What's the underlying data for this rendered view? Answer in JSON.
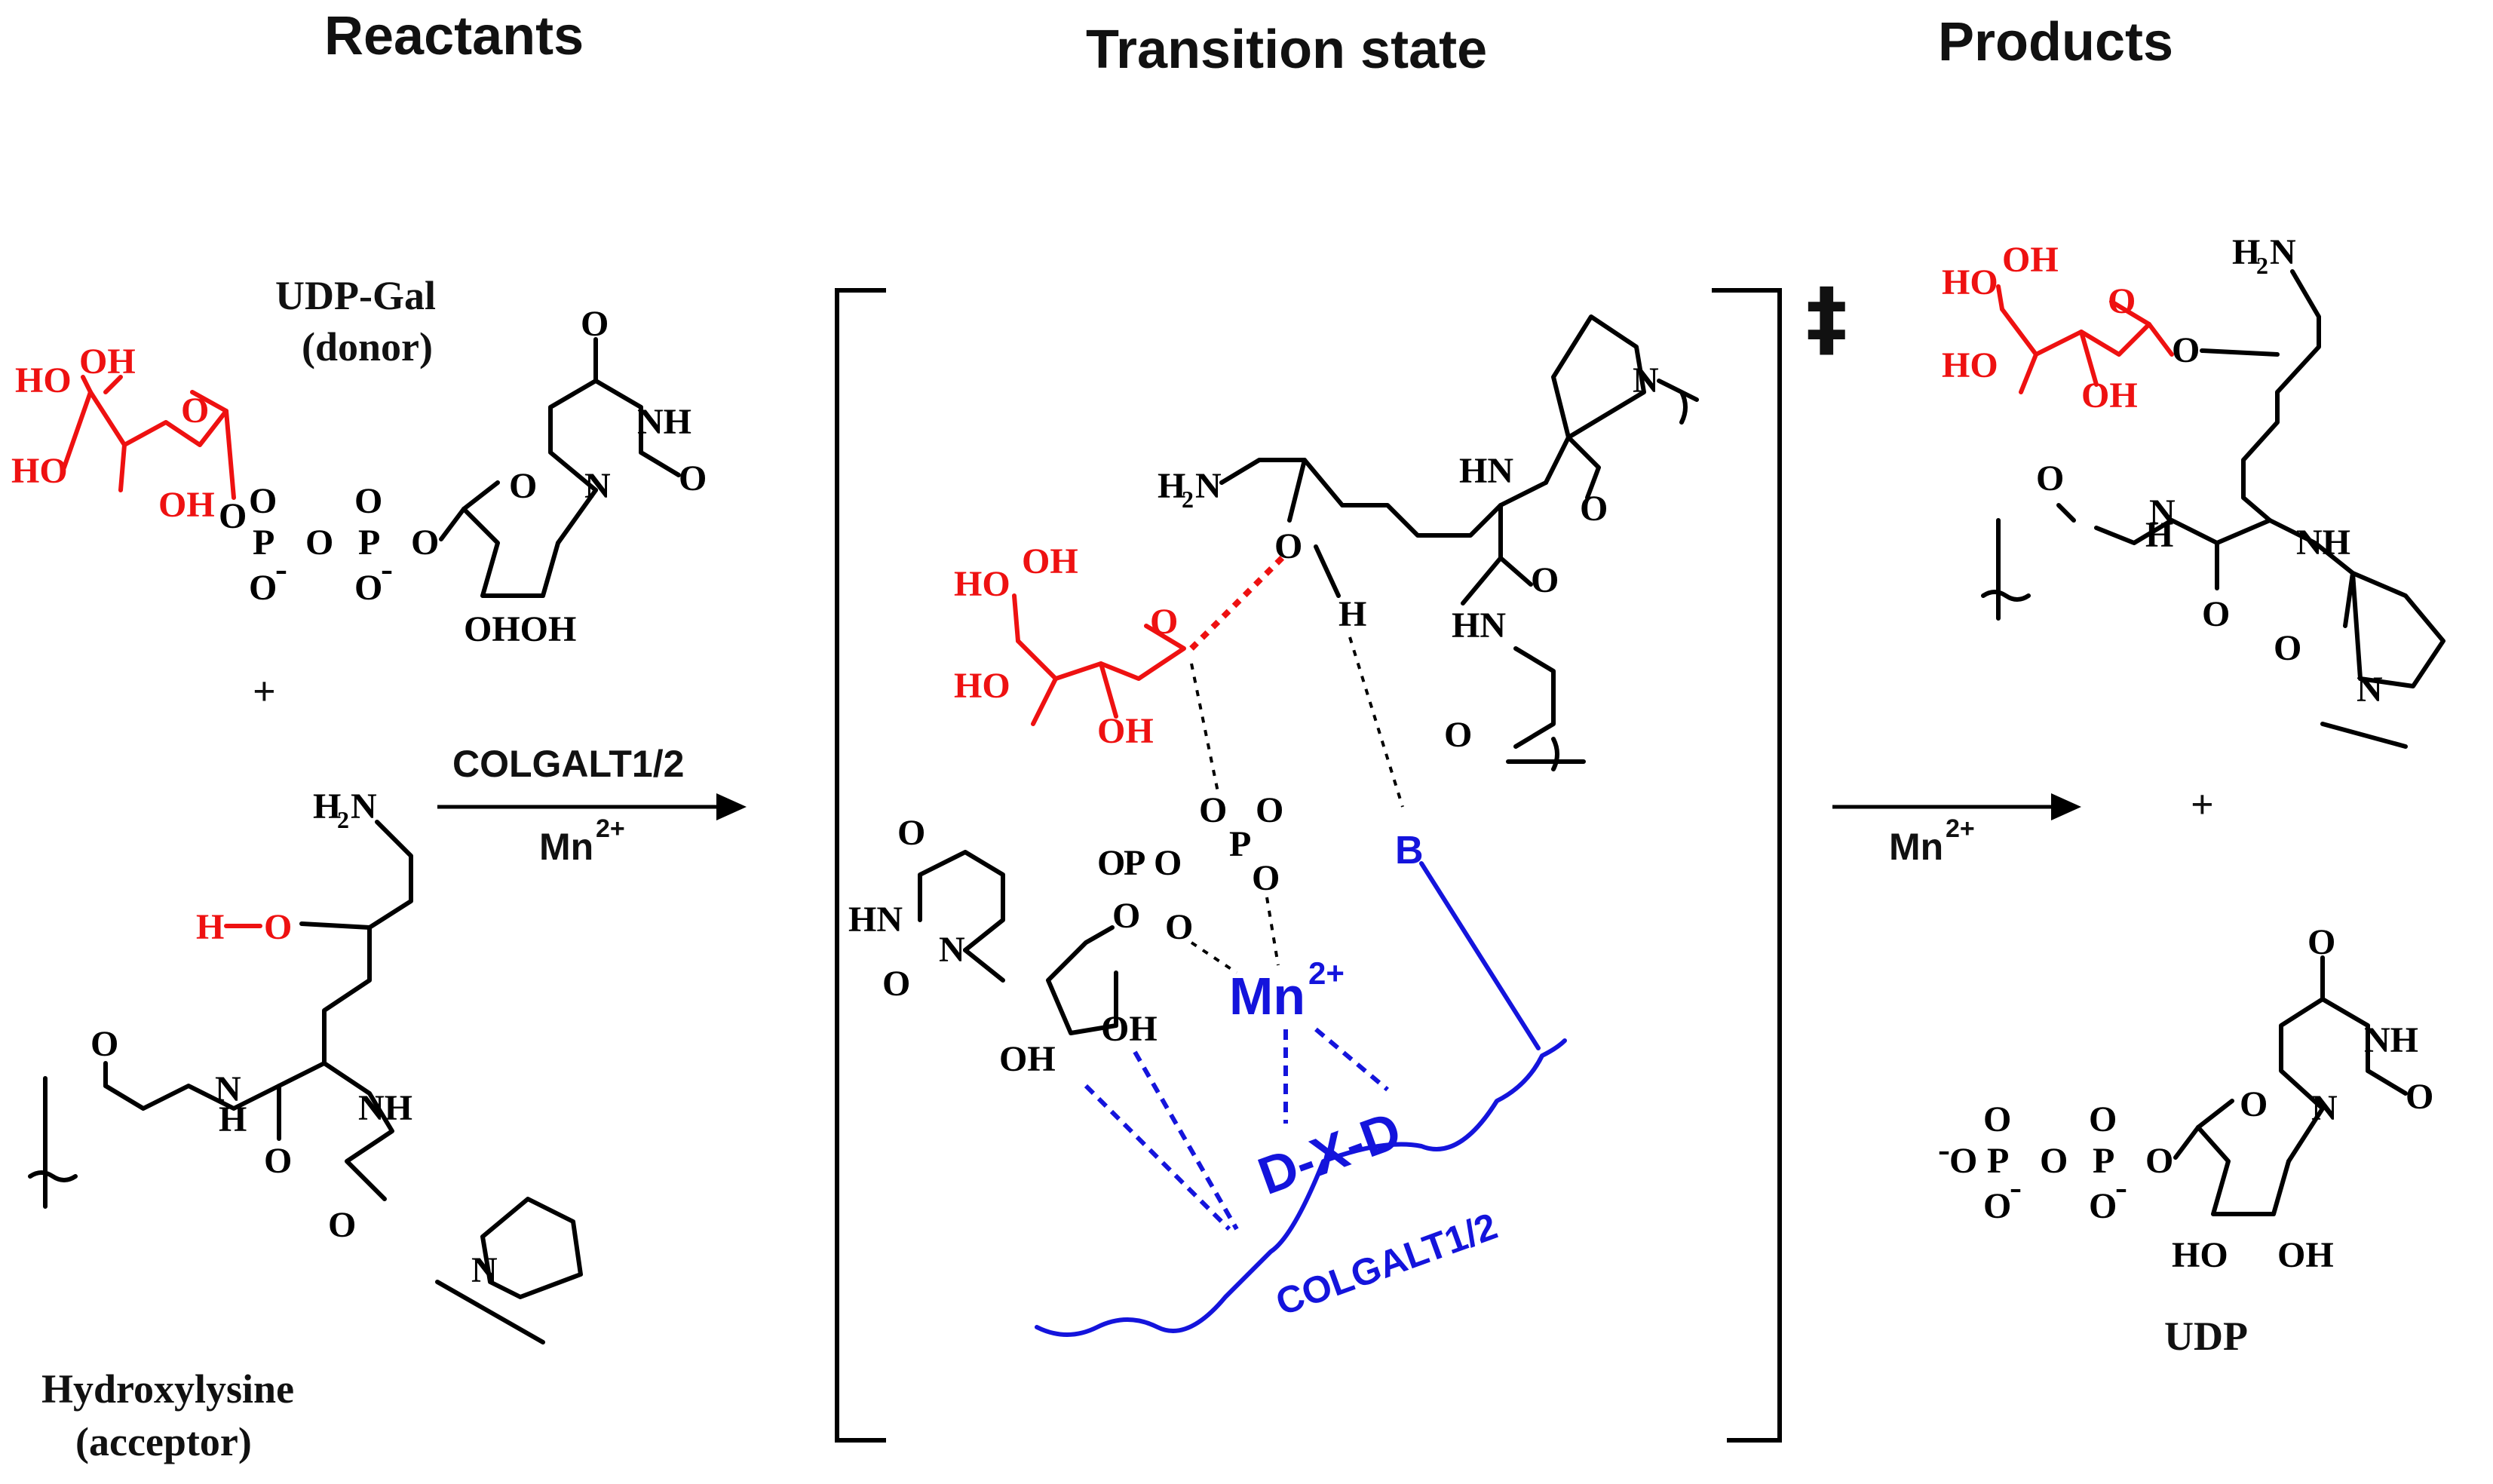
{
  "headers": {
    "reactants": "Reactants",
    "transition_state": "Transition state",
    "products": "Products",
    "ts_symbol": "‡"
  },
  "reactants": {
    "donor_name": "UDP-Gal",
    "donor_role": "(donor)",
    "plus": "+",
    "acceptor_name": "Hydroxylysine",
    "acceptor_role": "(acceptor)"
  },
  "arrow_left": {
    "enzyme": "COLGALT1/2",
    "cofactor": "Mn",
    "cofactor_charge": "2+"
  },
  "arrow_right": {
    "cofactor": "Mn",
    "cofactor_charge": "2+"
  },
  "transition": {
    "metal": "Mn",
    "metal_charge": "2+",
    "motif": "D-X-D",
    "enzyme": "COLGALT1/2",
    "base": "B",
    "hydrogen": "H"
  },
  "products": {
    "plus": "+",
    "udp_name": "UDP"
  },
  "atoms": {
    "oh": "OH",
    "ho": "HO",
    "ohoh": "OHOH",
    "o": "O",
    "p": "P",
    "o_minus": "O",
    "minus": "-",
    "nh": "NH",
    "hn": "HN",
    "n": "N",
    "h2n": "H",
    "h2n_sub": "2",
    "h2n_n": "N",
    "h": "H"
  },
  "colors": {
    "galactose": "#ee1111",
    "enzyme": "#1414dc",
    "text": "#000000"
  }
}
